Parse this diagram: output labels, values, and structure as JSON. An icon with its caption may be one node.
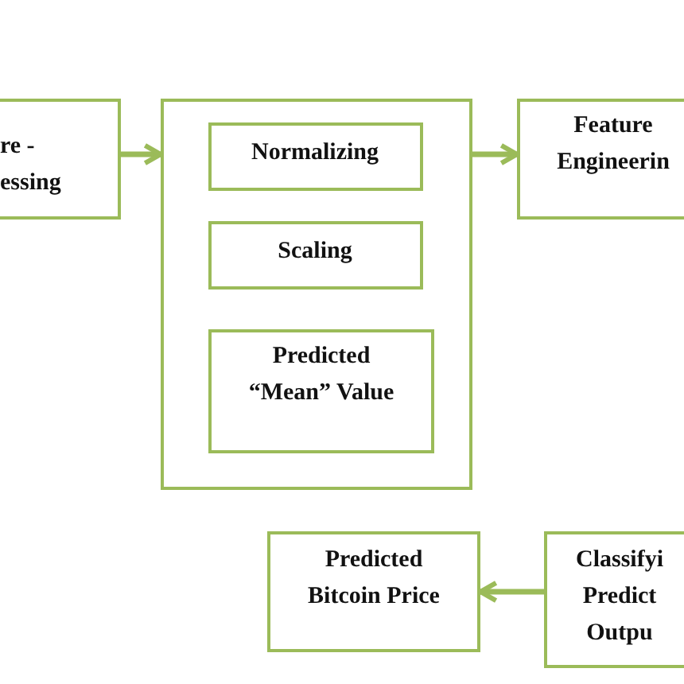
{
  "diagram": {
    "nodes": [
      {
        "text": [
          "re - essing"
        ]
      },
      {
        "text": [],
        "shape": "box"
      },
      {
        "text": [
          "Normalizing"
        ],
        "in": 1
      },
      {
        "text": [
          "Scaling"
        ],
        "in": 1
      },
      {
        "text": [
          "Predicted “Mean” Value"
        ],
        "in": 1
      },
      {
        "text": [
          "Feature Engineerin"
        ]
      },
      {
        "text": [
          "Predicted Bitcoin Price"
        ]
      },
      {
        "text": [
          "Classifyi Predict Outpu"
        ]
      }
    ],
    "edges": [
      {
        "from": 0,
        "to": 1,
        "arrow": "to"
      },
      {
        "from": 1,
        "to": 5,
        "arrow": "to"
      },
      {
        "from": 7,
        "to": 6,
        "arrow": "to"
      }
    ]
  }
}
